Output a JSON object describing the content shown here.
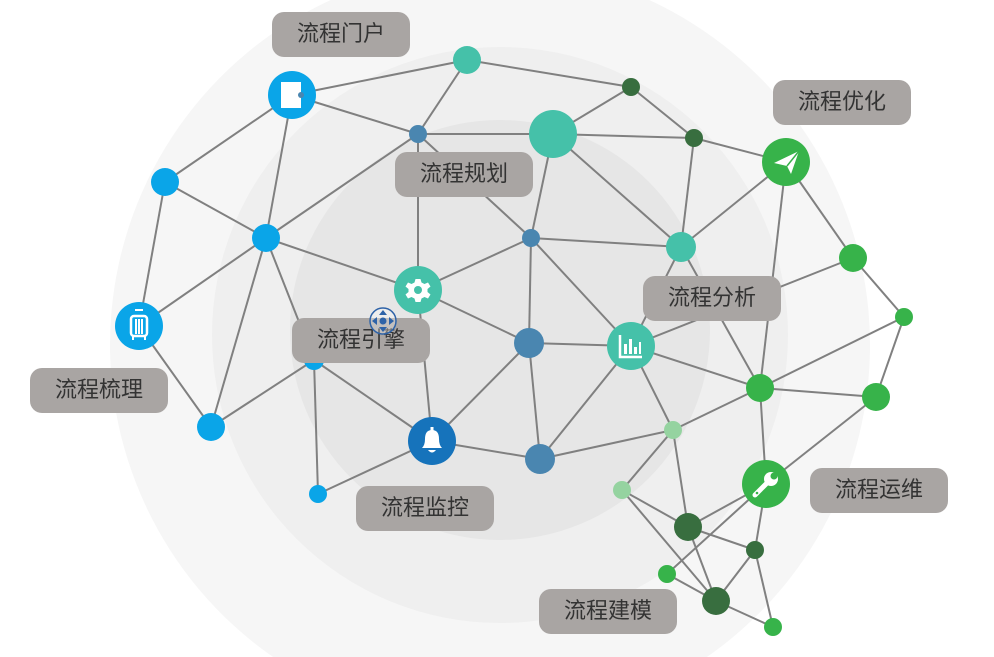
{
  "labels": {
    "portal": "流程门户",
    "planning": "流程规划",
    "optimize": "流程优化",
    "analysis": "流程分析",
    "engine": "流程引擎",
    "sorting": "流程梳理",
    "monitor": "流程监控",
    "operations": "流程运维",
    "modeling": "流程建模"
  },
  "colors": {
    "blue": "#0aa5e8",
    "teal": "#45c1a9",
    "steel": "#4a86b0",
    "dark_blue": "#1673bb",
    "green": "#37b34a",
    "dark_green": "#386e3f",
    "light_green": "#95d3a0",
    "edge": "#808080",
    "label_bg": "#a9a5a3"
  }
}
